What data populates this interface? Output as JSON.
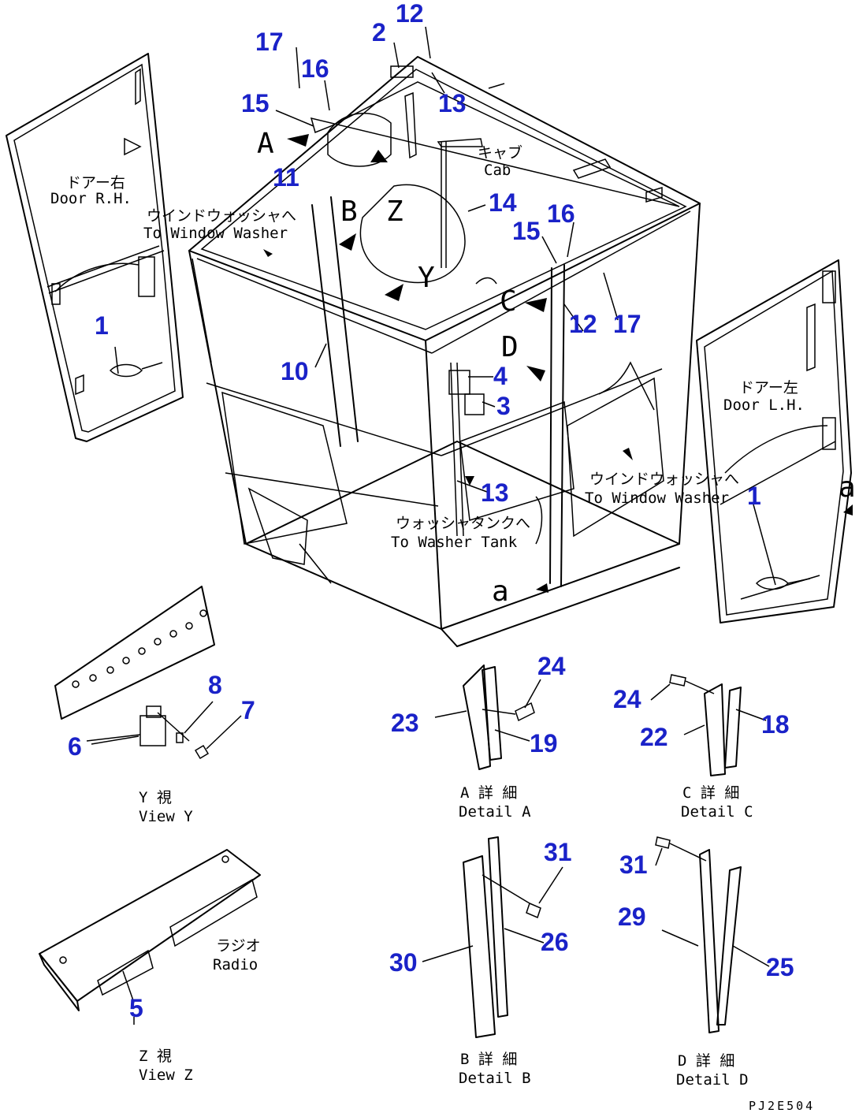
{
  "drawing": {
    "code": "PJ2E504"
  },
  "main_labels": {
    "door_rh_jp": "ドアー右",
    "door_rh_en": "Door R.H.",
    "cab_jp": "キャブ",
    "cab_en": "Cab",
    "door_lh_jp": "ドアー左",
    "door_lh_en": "Door L.H.",
    "to_window_washer_jp_1": "ウインドウォッシャへ",
    "to_window_washer_en_1": "To Window Washer",
    "to_window_washer_jp_2": "ウインドウォッシャへ",
    "to_window_washer_en_2": "To Window Washer",
    "to_washer_tank_jp": "ウォッシャタンクへ",
    "to_washer_tank_en": "To Washer Tank",
    "letter_a": "A",
    "letter_b": "B",
    "letter_c": "C",
    "letter_d": "D",
    "letter_y": "Y",
    "letter_z": "Z",
    "letter_a_small": "a",
    "letter_a_small_2": "a"
  },
  "part_numbers": {
    "p1_left": "1",
    "p1_right": "1",
    "p2": "2",
    "p3": "3",
    "p4": "4",
    "p5": "5",
    "p6": "6",
    "p7": "7",
    "p8": "8",
    "p10": "10",
    "p11": "11",
    "p12_top": "12",
    "p12_mid": "12",
    "p13_top": "13",
    "p13_mid": "13",
    "p14": "14",
    "p15_left": "15",
    "p15_right": "15",
    "p16_left": "16",
    "p16_right": "16",
    "p17_left": "17",
    "p17_right": "17",
    "p18": "18",
    "p19": "19",
    "p22": "22",
    "p23": "23",
    "p24_a": "24",
    "p24_c": "24",
    "p25": "25",
    "p26": "26",
    "p29": "29",
    "p30": "30",
    "p31_b": "31",
    "p31_d": "31"
  },
  "views": {
    "view_y_jp": "Y 視",
    "view_y_en": "View Y",
    "view_z_jp": "Z 視",
    "view_z_en": "View Z",
    "radio_jp": "ラジオ",
    "radio_en": "Radio",
    "detail_a_jp": "A 詳 細",
    "detail_a_en": "Detail A",
    "detail_b_jp": "B 詳 細",
    "detail_b_en": "Detail B",
    "detail_c_jp": "C 詳 細",
    "detail_c_en": "Detail C",
    "detail_d_jp": "D 詳 細",
    "detail_d_en": "Detail D"
  }
}
